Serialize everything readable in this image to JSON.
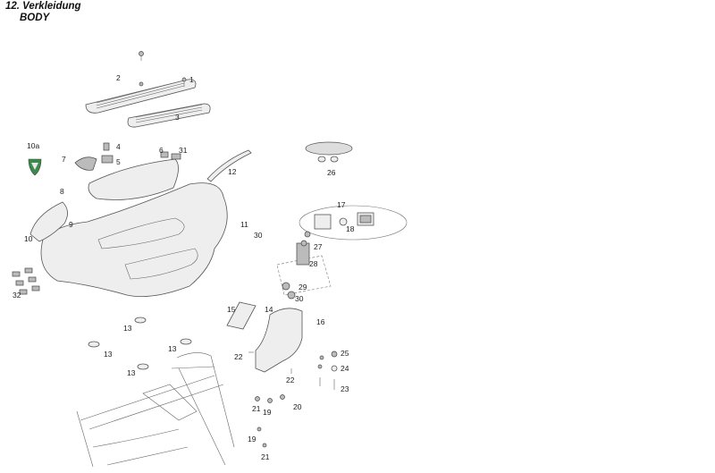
{
  "header": {
    "title_de": "12. Verkleidung",
    "title_en": "BODY"
  },
  "callouts": [
    "1",
    "2",
    "3",
    "4",
    "5",
    "6",
    "31",
    "7",
    "8",
    "9",
    "10",
    "10a",
    "11",
    "30",
    "12",
    "13",
    "14",
    "15",
    "16",
    "17",
    "18",
    "19",
    "20",
    "21",
    "22",
    "23",
    "24",
    "25",
    "26",
    "27",
    "28",
    "29",
    "32"
  ],
  "colors": {
    "line": "#555555",
    "part_fill": "#eeeeee",
    "emblem_green": "#3a8a4a"
  }
}
